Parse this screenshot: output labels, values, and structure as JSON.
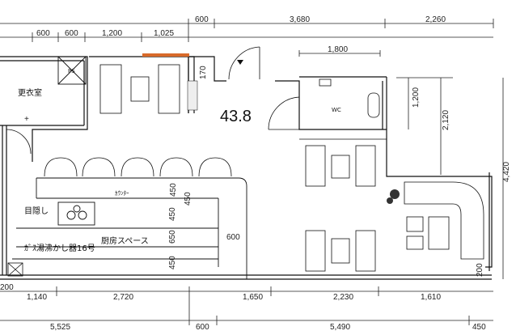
{
  "dimensions": {
    "top": [
      "600",
      "600",
      "1,200",
      "1,025",
      "600",
      "3,680",
      "2,260"
    ],
    "wc_width": "1,800",
    "door_170": "170",
    "right": [
      "1,200",
      "2,120",
      "4,420"
    ],
    "vertical_450a": "450",
    "vertical_450b": "450",
    "vertical_650": "650",
    "vertical_450c": "450",
    "vertical_600": "600",
    "bottom": [
      "200",
      "1,140",
      "2,720",
      "1,650",
      "2,230",
      "1,610"
    ],
    "bottom_200r": "200",
    "total": [
      "5,525",
      "600",
      "5,490",
      "450"
    ]
  },
  "labels": {
    "locker_room": "更衣室",
    "area": "43.8",
    "wc": "WC",
    "counter": "ｶｳﾝﾀｰ",
    "screen": "目隠し",
    "water_heater": "ｶﾞｽ湯沸かし器16号",
    "kitchen_space": "厨房スペース",
    "ps": "PS"
  },
  "colors": {
    "line": "#111111",
    "accent": "#d86a2a"
  }
}
